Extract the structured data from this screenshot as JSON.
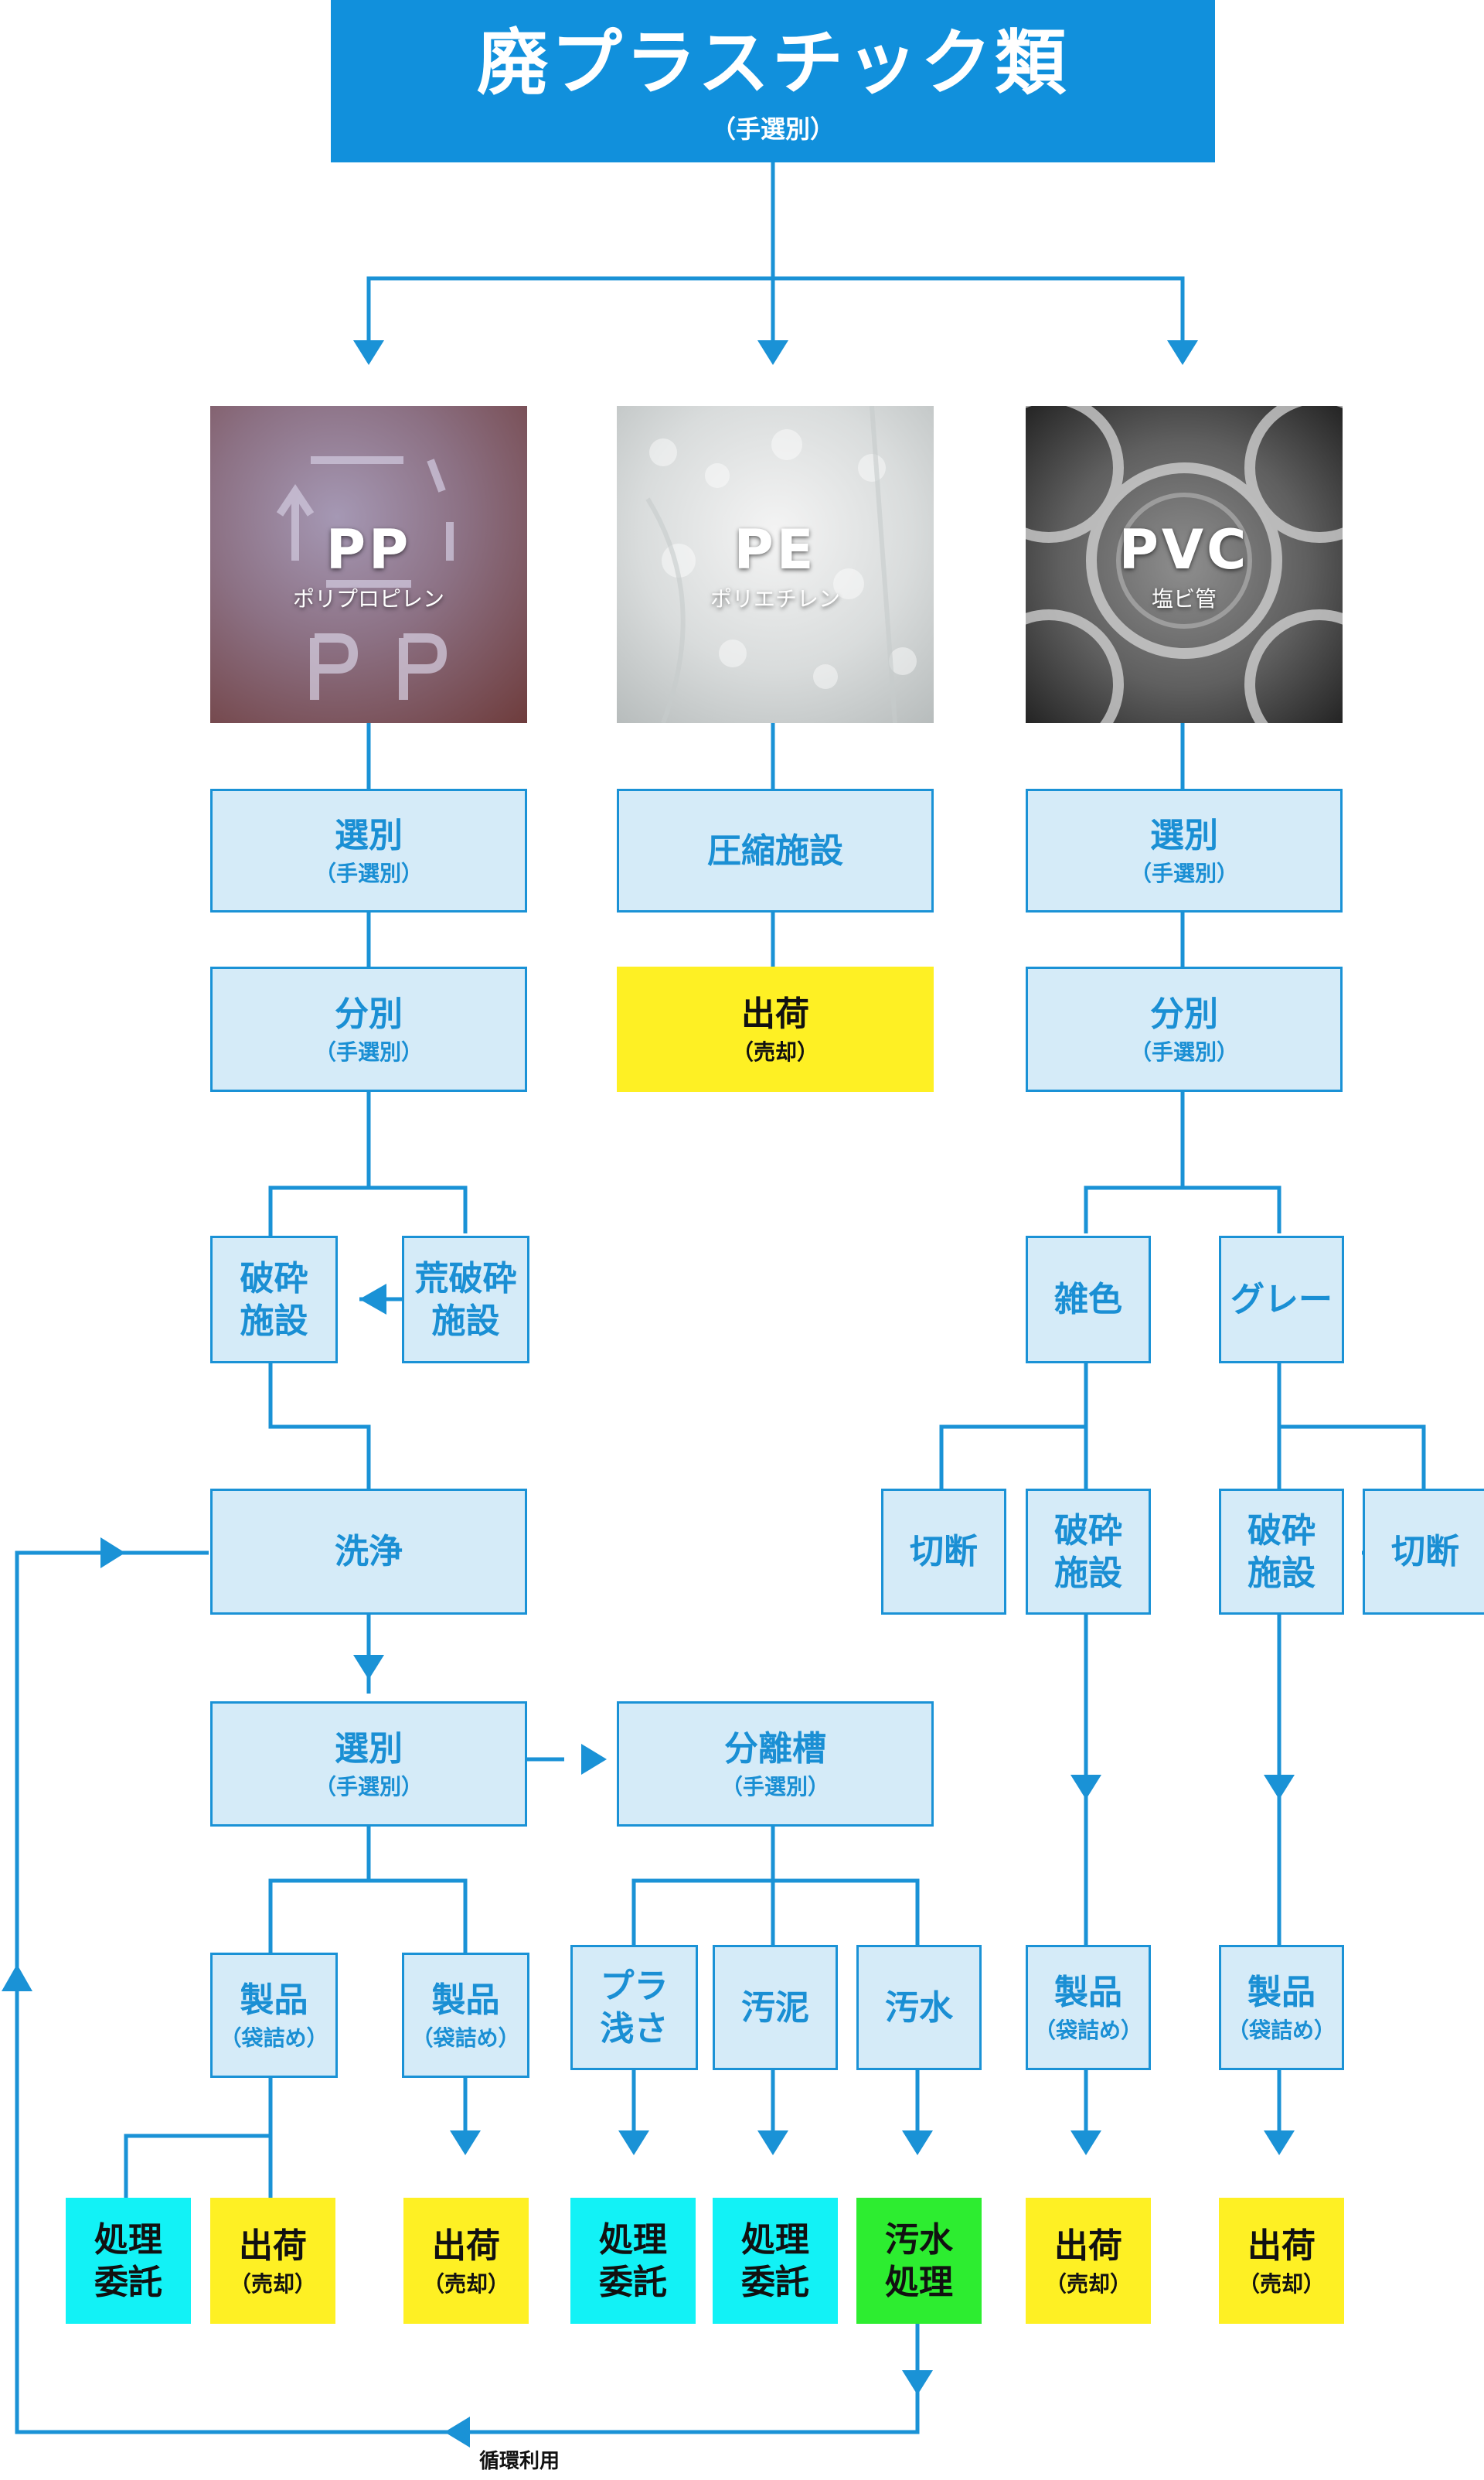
{
  "title": {
    "main": "廃プラスチック類",
    "sub": "（手選別）"
  },
  "materials": {
    "pp": {
      "code": "PP",
      "name": "ポリプロピレン"
    },
    "pe": {
      "code": "PE",
      "name": "ポリエチレン"
    },
    "pvc": {
      "code": "PVC",
      "name": "塩ビ管"
    }
  },
  "nodes": {
    "pp_sort": {
      "label": "選別",
      "sub": "（手選別）"
    },
    "pp_separate": {
      "label": "分別",
      "sub": "（手選別）"
    },
    "pp_crush": {
      "label": "破砕\n施設"
    },
    "pp_coarse": {
      "label": "荒破砕\n施設"
    },
    "pp_wash": {
      "label": "洗浄"
    },
    "pp_sort2": {
      "label": "選別",
      "sub": "（手選別）"
    },
    "pp_product1": {
      "label": "製品",
      "sub": "（袋詰め）"
    },
    "pp_product2": {
      "label": "製品",
      "sub": "（袋詰め）"
    },
    "pp_disposal": {
      "label": "処理\n委託"
    },
    "pp_ship1": {
      "label": "出荷",
      "sub": "（売却）"
    },
    "pp_ship2": {
      "label": "出荷",
      "sub": "（売却）"
    },
    "sep_tank": {
      "label": "分離槽",
      "sub": "（手選別）"
    },
    "plastic_float": {
      "label": "プラ\n浅さ"
    },
    "sludge": {
      "label": "汚泥"
    },
    "wastewater": {
      "label": "汚水"
    },
    "float_disposal": {
      "label": "処理\n委託"
    },
    "sludge_disposal": {
      "label": "処理\n委託"
    },
    "water_treat": {
      "label": "汚水\n処理"
    },
    "pe_compress": {
      "label": "圧縮施設"
    },
    "pe_ship": {
      "label": "出荷",
      "sub": "（売却）"
    },
    "pvc_sort": {
      "label": "選別",
      "sub": "（手選別）"
    },
    "pvc_separate": {
      "label": "分別",
      "sub": "（手選別）"
    },
    "pvc_mixed": {
      "label": "雑色"
    },
    "pvc_gray": {
      "label": "グレー"
    },
    "pvc_cut1": {
      "label": "切断"
    },
    "pvc_crush1": {
      "label": "破砕\n施設"
    },
    "pvc_crush2": {
      "label": "破砕\n施設"
    },
    "pvc_cut2": {
      "label": "切断"
    },
    "pvc_product1": {
      "label": "製品",
      "sub": "（袋詰め）"
    },
    "pvc_product2": {
      "label": "製品",
      "sub": "（袋詰め）"
    },
    "pvc_ship1": {
      "label": "出荷",
      "sub": "（売却）"
    },
    "pvc_ship2": {
      "label": "出荷",
      "sub": "（売却）"
    }
  },
  "loop_label": "循環利用",
  "colors": {
    "line": "#1a92d6",
    "process_fill": "#d5ebf8",
    "title_fill": "#1190dc",
    "shipping_fill": "#fef024",
    "disposal_fill": "#12f2f6",
    "wastewater_fill": "#2ded30"
  }
}
